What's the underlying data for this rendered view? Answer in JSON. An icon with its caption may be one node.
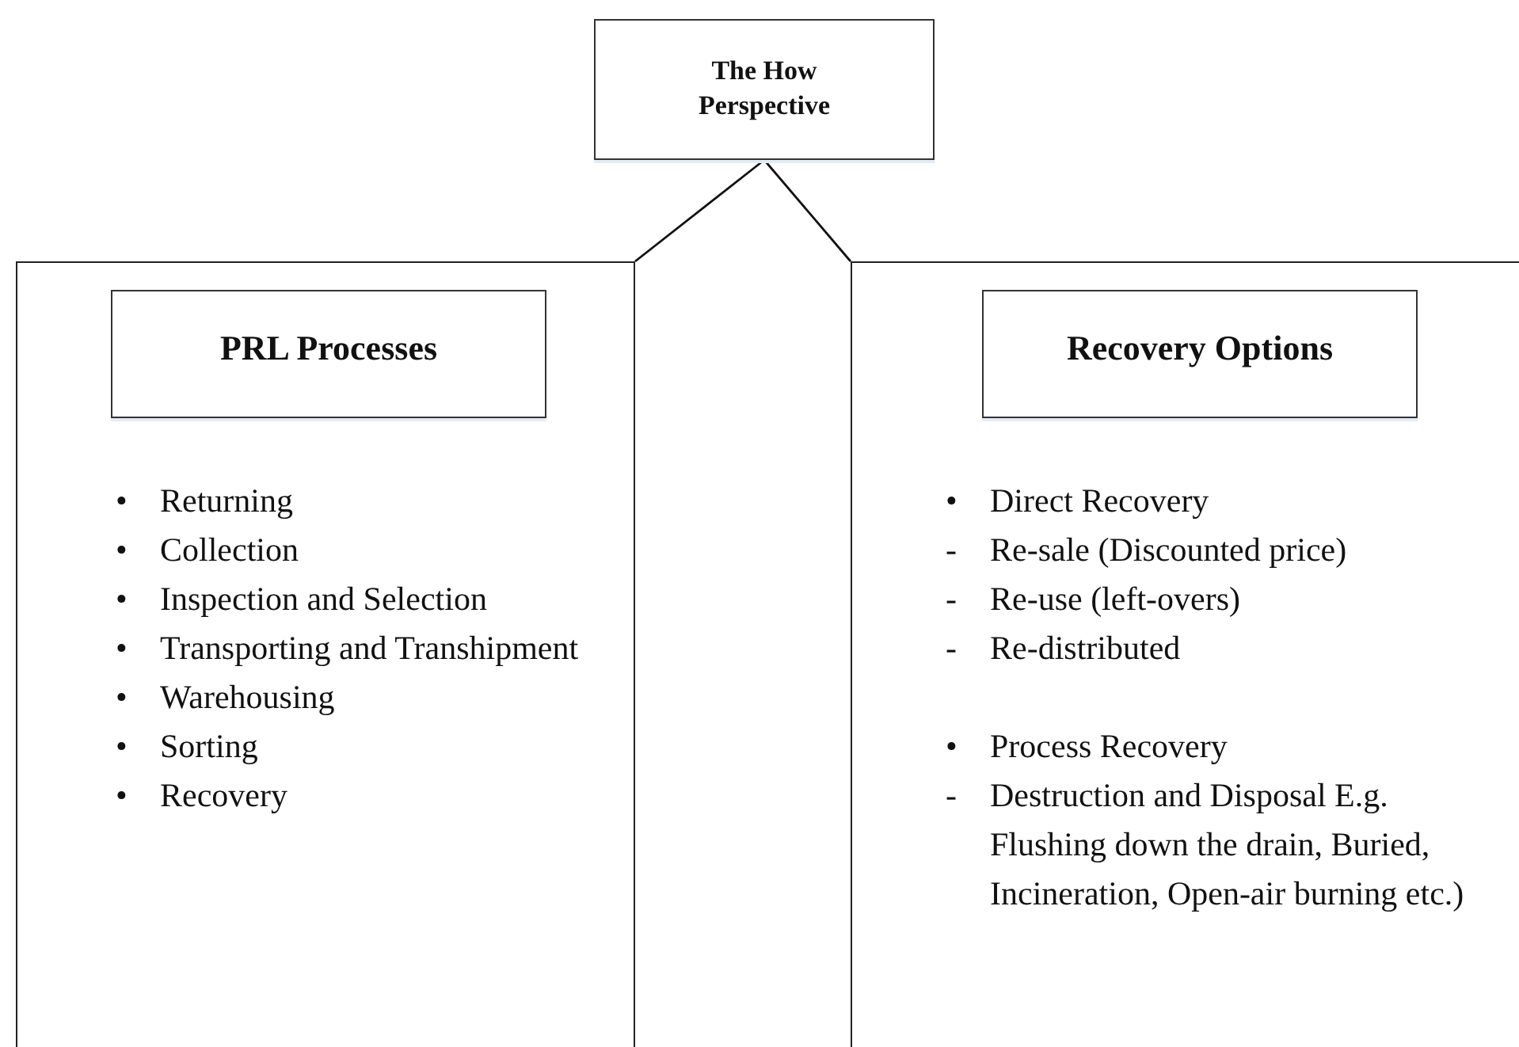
{
  "diagram": {
    "nodes": [
      {
        "text": [
          "The How Perspective"
        ]
      },
      {
        "text": [
          "• Returning",
          "• Collection",
          "• Inspection and Selection",
          "• Transporting and Transhipment",
          "• Warehousing",
          "• Sorting",
          "• Recovery"
        ]
      },
      {
        "text": [
          "PRL Processes"
        ],
        "in": 1
      },
      {
        "text": [
          "• Direct Recovery",
          "- Re-sale (Discounted price)",
          "- Re-use (left-overs)",
          "- Re-distributed",
          "• Process Recovery",
          "- Destruction and Disposal E.g. Flushing down the drain, Buried, Incineration, Open-air burning etc.)"
        ]
      },
      {
        "text": [
          "Recovery Options"
        ],
        "in": 3
      }
    ],
    "edges": [
      {
        "from": 0,
        "to": 1,
        "arrow": "none"
      },
      {
        "from": 0,
        "to": 3,
        "arrow": "none"
      }
    ]
  }
}
